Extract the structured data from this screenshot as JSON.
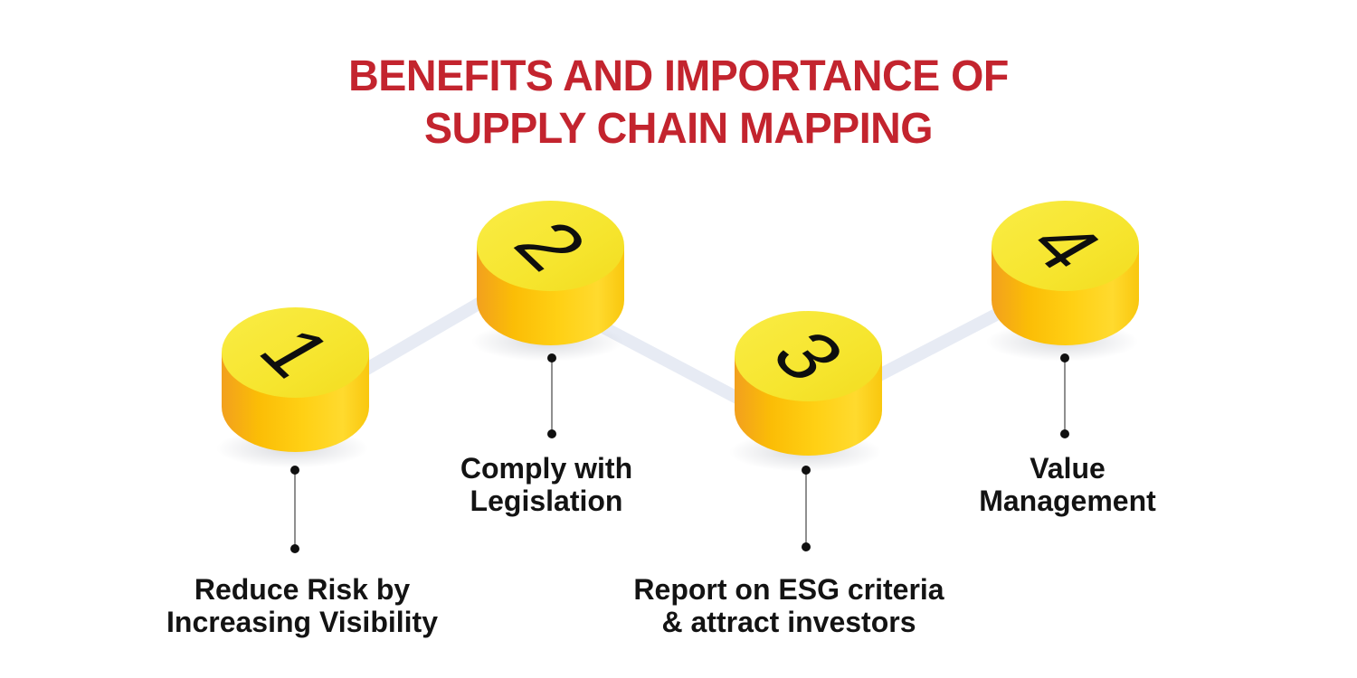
{
  "title": {
    "line1": "BENEFITS AND IMPORTANCE OF",
    "line2": "SUPPLY CHAIN MAPPING"
  },
  "steps": [
    {
      "number": "1",
      "label_lines": [
        "Reduce Risk by",
        "Increasing Visibility"
      ]
    },
    {
      "number": "2",
      "label_lines": [
        "Comply with",
        "Legislation"
      ]
    },
    {
      "number": "3",
      "label_lines": [
        "Report on ESG criteria",
        "& attract investors"
      ]
    },
    {
      "number": "4",
      "label_lines": [
        "Value",
        "Management"
      ]
    }
  ],
  "colors": {
    "title_red": "#C3242E",
    "cylinder_top_yellow": "#F6E52E",
    "cylinder_side_yellow": "#FDC40B",
    "cylinder_side_orange": "#F2A01E",
    "connector_gray": "#E7EBF4",
    "number_black": "#0E0E0E",
    "label_black": "#131313",
    "pointer_gray": "#8F8F8F"
  }
}
